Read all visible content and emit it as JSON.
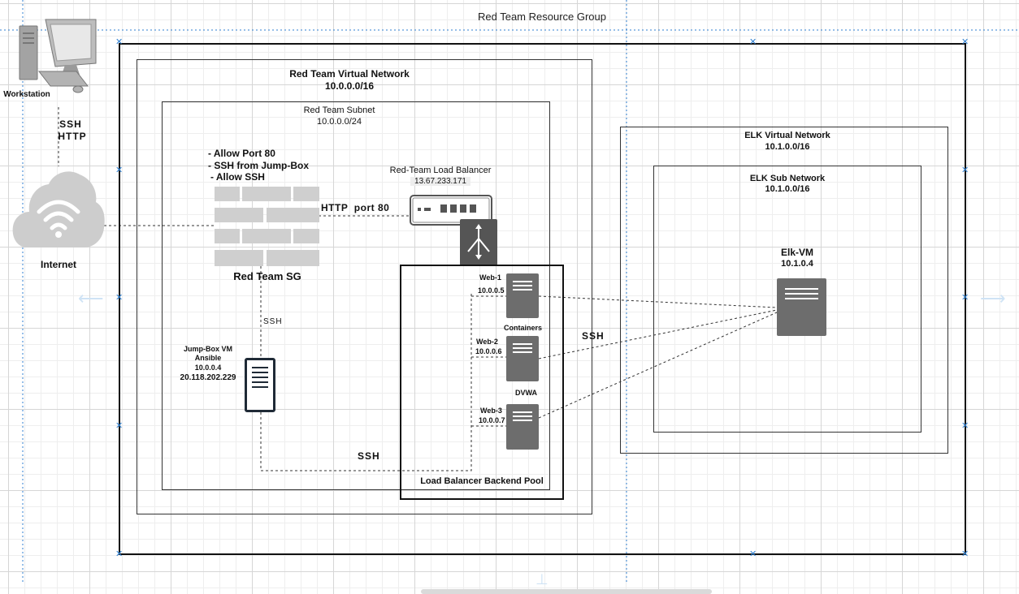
{
  "resource_group": {
    "title": "Red Team Resource Group"
  },
  "workstation": {
    "label": "Workstation",
    "protocols": [
      "SSH",
      "HTTP"
    ]
  },
  "internet": {
    "label": "Internet"
  },
  "red_vnet": {
    "title": "Red Team Virtual Network",
    "cidr": "10.0.0.0/16"
  },
  "red_subnet": {
    "title": "Red Team Subnet",
    "cidr": "10.0.0.0/24"
  },
  "nsg": {
    "rules": [
      "- Allow Port 80",
      "- SSH from Jump-Box",
      "- Allow SSH"
    ],
    "label": "Red Team SG",
    "link_label": "HTTP  port 80"
  },
  "load_balancer": {
    "title": "Red-Team Load Balancer",
    "ip": "13.67.233.171"
  },
  "jumpbox": {
    "name": "Jump-Box VM",
    "role": "Ansible",
    "private_ip": "10.0.0.4",
    "public_ip": "20.118.202.229",
    "ssh_up": "SSH",
    "ssh_bottom": "SSH"
  },
  "backend_pool": {
    "label": "Load Balancer Backend Pool",
    "servers": [
      {
        "name": "Web-1",
        "ip": "10.0.0.5"
      },
      {
        "name": "Web-2",
        "ip": "10.0.0.6"
      },
      {
        "name": "Web-3",
        "ip": "10.0.0.7"
      }
    ],
    "note_containers": "Containers",
    "note_dvwa": "DVWA"
  },
  "elk_vnet": {
    "title": "ELK Virtual Network",
    "cidr": "10.1.0.0/16"
  },
  "elk_subnet": {
    "title": "ELK Sub Network",
    "cidr": "10.1.0.0/16"
  },
  "elk_vm": {
    "name": "Elk-VM",
    "ip": "10.1.0.4"
  },
  "elk_link": {
    "label": "SSH"
  },
  "colors": {
    "server": "#6d6d6d",
    "cloud": "#d0d0d0",
    "firewall": "#cfcfcf",
    "selection": "#2f7fd0"
  }
}
